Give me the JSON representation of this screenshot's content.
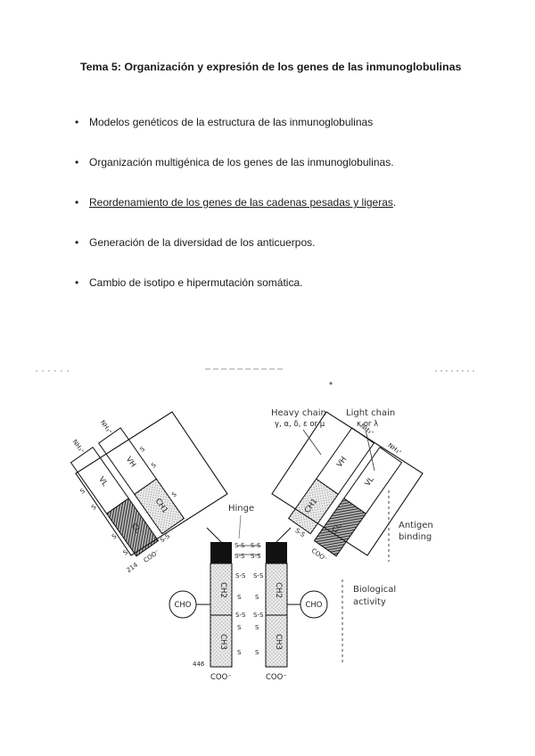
{
  "document": {
    "title": "Tema 5: Organización y expresión de los genes de las inmunoglobulinas",
    "bullets": [
      {
        "text": "Modelos genéticos de la estructura de las inmunoglobulinas",
        "underlined": false,
        "suffix": ""
      },
      {
        "text": "Organización multigénica de los genes de las inmunoglobulinas.",
        "underlined": false,
        "suffix": ""
      },
      {
        "text": "Reordenamiento de los genes de las cadenas pesadas y ligeras",
        "underlined": true,
        "suffix": "."
      },
      {
        "text": "Generación de la diversidad de los anticuerpos.",
        "underlined": false,
        "suffix": ""
      },
      {
        "text": "Cambio de isotipo e hipermutación somática.",
        "underlined": false,
        "suffix": ""
      }
    ]
  },
  "figure": {
    "labels": {
      "heavy_chain": "Heavy chain",
      "heavy_chain_sub": "γ, α, δ, ε or μ",
      "light_chain": "Light chain",
      "light_chain_sub": "κ or λ",
      "hinge": "Hinge",
      "antigen": "Antigen",
      "binding": "binding",
      "biological": "Biological",
      "activity": "activity",
      "cho": "CHO",
      "coo": "COO⁻",
      "nh3": "NH₃⁺",
      "vl": "VL",
      "vh": "VH",
      "cl": "CL",
      "ch1": "CH1",
      "ch2": "CH2",
      "ch3": "CH3",
      "ss": "S-S",
      "s": "S",
      "res_214": "214",
      "res_446": "446"
    }
  }
}
